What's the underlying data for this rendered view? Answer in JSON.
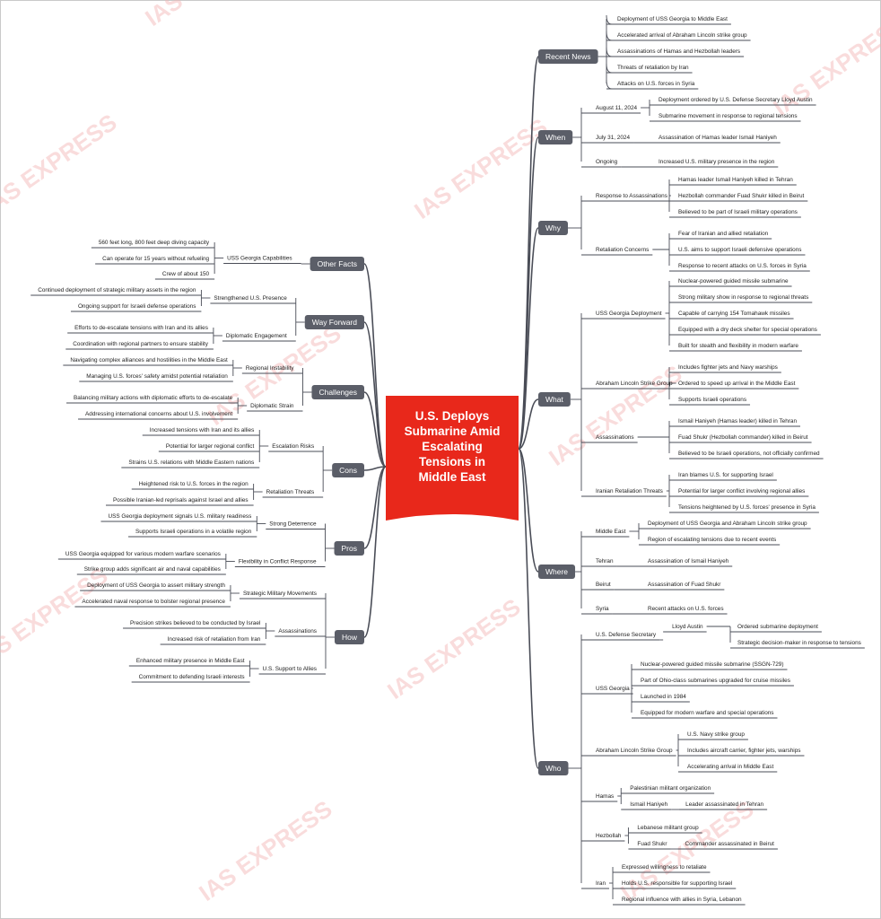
{
  "central_topic": [
    "U.S. Deploys",
    "Submarine Amid",
    "Escalating",
    "Tensions in",
    "Middle East"
  ],
  "watermark": "IAS EXPRESS",
  "colors": {
    "center": "#e8281b",
    "branch_node": "#5b5e68",
    "lines": "#4a4d57"
  },
  "right": [
    {
      "title": "Recent News",
      "items": [
        {
          "text": "Deployment of USS Georgia to Middle East"
        },
        {
          "text": "Accelerated arrival of Abraham Lincoln strike group"
        },
        {
          "text": "Assassinations of Hamas and Hezbollah leaders"
        },
        {
          "text": "Threats of retaliation by Iran"
        },
        {
          "text": "Attacks on U.S. forces in Syria"
        }
      ]
    },
    {
      "title": "When",
      "items": [
        {
          "text": "August 11, 2024",
          "children": [
            {
              "text": "Deployment ordered by U.S. Defense Secretary Lloyd Austin"
            },
            {
              "text": "Submarine movement in response to regional tensions"
            }
          ]
        },
        {
          "text": "July 31, 2024",
          "children": [
            {
              "text": "Assassination of Hamas leader Ismail Haniyeh"
            }
          ]
        },
        {
          "text": "Ongoing",
          "children": [
            {
              "text": "Increased U.S. military presence in the region"
            }
          ]
        }
      ]
    },
    {
      "title": "Why",
      "items": [
        {
          "text": "Response to Assassinations",
          "children": [
            {
              "text": "Hamas leader Ismail Haniyeh killed in Tehran"
            },
            {
              "text": "Hezbollah commander Fuad Shukr killed in Beirut"
            },
            {
              "text": "Believed to be part of Israeli military operations"
            }
          ]
        },
        {
          "text": "Retaliation Concerns",
          "children": [
            {
              "text": "Fear of Iranian and allied retaliation"
            },
            {
              "text": "U.S. aims to support Israeli defensive operations"
            },
            {
              "text": "Response to recent attacks on U.S. forces in Syria"
            }
          ]
        }
      ]
    },
    {
      "title": "What",
      "items": [
        {
          "text": "USS Georgia Deployment",
          "children": [
            {
              "text": "Nuclear-powered guided missile submarine"
            },
            {
              "text": "Strong military show in response to regional threats"
            },
            {
              "text": "Capable of carrying 154 Tomahawk missiles"
            },
            {
              "text": "Equipped with a dry deck shelter for special operations"
            },
            {
              "text": "Built for stealth and flexibility in modern warfare"
            }
          ]
        },
        {
          "text": "Abraham Lincoln Strike Group",
          "children": [
            {
              "text": "Includes fighter jets and Navy warships"
            },
            {
              "text": "Ordered to speed up arrival in the Middle East"
            },
            {
              "text": "Supports Israeli operations"
            }
          ]
        },
        {
          "text": "Assassinations",
          "children": [
            {
              "text": "Ismail Haniyeh (Hamas leader) killed in Tehran"
            },
            {
              "text": "Fuad Shukr (Hezbollah commander) killed in Beirut"
            },
            {
              "text": "Believed to be Israeli operations, not officially confirmed"
            }
          ]
        },
        {
          "text": "Iranian Retaliation Threats",
          "children": [
            {
              "text": "Iran blames U.S. for supporting Israel"
            },
            {
              "text": "Potential for larger conflict involving regional allies"
            },
            {
              "text": "Tensions heightened by U.S. forces' presence in Syria"
            }
          ]
        }
      ]
    },
    {
      "title": "Where",
      "items": [
        {
          "text": "Middle East",
          "children": [
            {
              "text": "Deployment of USS Georgia and Abraham Lincoln strike group"
            },
            {
              "text": "Region of escalating tensions due to recent events"
            }
          ]
        },
        {
          "text": "Tehran",
          "children": [
            {
              "text": "Assassination of Ismail Haniyeh"
            }
          ]
        },
        {
          "text": "Beirut",
          "children": [
            {
              "text": "Assassination of Fuad Shukr"
            }
          ]
        },
        {
          "text": "Syria",
          "children": [
            {
              "text": "Recent attacks on U.S. forces"
            }
          ]
        }
      ]
    },
    {
      "title": "Who",
      "items": [
        {
          "text": "U.S. Defense Secretary",
          "children": [
            {
              "text": "Lloyd Austin",
              "children": [
                {
                  "text": "Ordered submarine deployment"
                },
                {
                  "text": "Strategic decision-maker in response to tensions"
                }
              ]
            }
          ]
        },
        {
          "text": "USS Georgia",
          "children": [
            {
              "text": "Nuclear-powered guided missile submarine (SSGN-729)"
            },
            {
              "text": "Part of Ohio-class submarines upgraded for cruise missiles"
            },
            {
              "text": "Launched in 1984"
            },
            {
              "text": "Equipped for modern warfare and special operations"
            }
          ]
        },
        {
          "text": "Abraham Lincoln Strike Group",
          "children": [
            {
              "text": "U.S. Navy strike group"
            },
            {
              "text": "Includes aircraft carrier, fighter jets, warships"
            },
            {
              "text": "Accelerating arrival in Middle East"
            }
          ]
        },
        {
          "text": "Hamas",
          "children": [
            {
              "text": "Palestinian militant organization"
            },
            {
              "text": "Ismail Haniyeh",
              "children": [
                {
                  "text": "Leader assassinated in Tehran"
                }
              ]
            }
          ]
        },
        {
          "text": "Hezbollah",
          "children": [
            {
              "text": "Lebanese militant group"
            },
            {
              "text": "Fuad Shukr",
              "children": [
                {
                  "text": "Commander assassinated in Beirut"
                }
              ]
            }
          ]
        },
        {
          "text": "Iran",
          "children": [
            {
              "text": "Expressed willingness to retaliate"
            },
            {
              "text": "Holds U.S. responsible for supporting Israel"
            },
            {
              "text": "Regional influence with allies in Syria, Lebanon"
            }
          ]
        }
      ]
    }
  ],
  "left": [
    {
      "title": "Other Facts",
      "items": [
        {
          "text": "USS Georgia Capabilities",
          "children": [
            {
              "text": "560 feet long, 800 feet deep diving capacity"
            },
            {
              "text": "Can operate for 15 years without refueling"
            },
            {
              "text": "Crew of about 150"
            }
          ]
        }
      ]
    },
    {
      "title": "Way Forward",
      "items": [
        {
          "text": "Strengthened U.S. Presence",
          "children": [
            {
              "text": "Continued deployment of strategic military assets in the region"
            },
            {
              "text": "Ongoing support for Israeli defense operations"
            }
          ]
        },
        {
          "text": "Diplomatic Engagement",
          "children": [
            {
              "text": "Efforts to de-escalate tensions with Iran and its allies"
            },
            {
              "text": "Coordination with regional partners to ensure stability"
            }
          ]
        }
      ]
    },
    {
      "title": "Challenges",
      "items": [
        {
          "text": "Regional Instability",
          "children": [
            {
              "text": "Navigating complex alliances and hostilities in the Middle East"
            },
            {
              "text": "Managing U.S. forces' safety amidst potential retaliation"
            }
          ]
        },
        {
          "text": "Diplomatic Strain",
          "children": [
            {
              "text": "Balancing military actions with diplomatic efforts to de-escalate"
            },
            {
              "text": "Addressing international concerns about U.S. involvement"
            }
          ]
        }
      ]
    },
    {
      "title": "Cons",
      "items": [
        {
          "text": "Escalation Risks",
          "children": [
            {
              "text": "Increased tensions with Iran and its allies"
            },
            {
              "text": "Potential for larger regional conflict"
            },
            {
              "text": "Strains U.S. relations with Middle Eastern nations"
            }
          ]
        },
        {
          "text": "Retaliation Threats",
          "children": [
            {
              "text": "Heightened risk to U.S. forces in the region"
            },
            {
              "text": "Possible Iranian-led reprisals against Israel and allies"
            }
          ]
        }
      ]
    },
    {
      "title": "Pros",
      "items": [
        {
          "text": "Strong Deterrence",
          "children": [
            {
              "text": "USS Georgia deployment signals U.S. military readiness"
            },
            {
              "text": "Supports Israeli operations in a volatile region"
            }
          ]
        },
        {
          "text": "Flexibility in Conflict Response",
          "children": [
            {
              "text": "USS Georgia equipped for various modern warfare scenarios"
            },
            {
              "text": "Strike group adds significant air and naval capabilities"
            }
          ]
        }
      ]
    },
    {
      "title": "How",
      "items": [
        {
          "text": "Strategic Military Movements",
          "children": [
            {
              "text": "Deployment of USS Georgia to assert military strength"
            },
            {
              "text": "Accelerated naval response to bolster regional presence"
            }
          ]
        },
        {
          "text": "Assassinations",
          "children": [
            {
              "text": "Precision strikes believed to be conducted by Israel"
            },
            {
              "text": "Increased risk of retaliation from Iran"
            }
          ]
        },
        {
          "text": "U.S. Support to Allies",
          "children": [
            {
              "text": "Enhanced military presence in Middle East"
            },
            {
              "text": "Commitment to defending Israeli interests"
            }
          ]
        }
      ]
    }
  ]
}
